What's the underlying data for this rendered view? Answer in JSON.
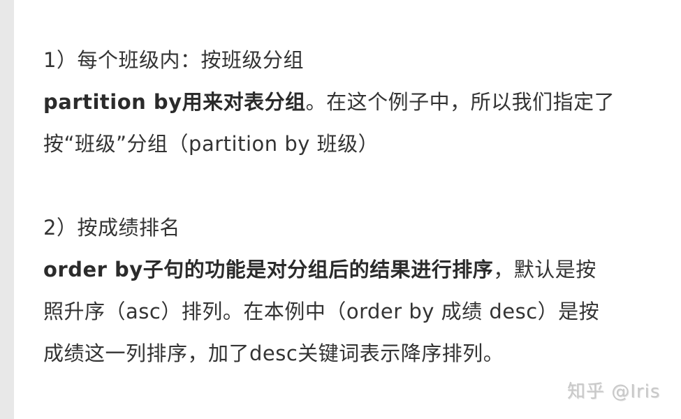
{
  "section1": {
    "heading": "1）每个班级内：按班级分组",
    "line1_bold": "partition by用来对表分组",
    "line1_rest": "。在这个例子中，所以我们指定了",
    "line2": "按“班级”分组（partition by 班级）"
  },
  "section2": {
    "heading": "2）按成绩排名",
    "line1_bold": "order by子句的功能是对分组后的结果进行排序",
    "line1_rest": "，默认是按",
    "line2": "照升序（asc）排列。在本例中（order by 成绩 desc）是按",
    "line3": "成绩这一列排序，加了desc关键词表示降序排列。"
  },
  "watermark": {
    "text": "知乎 @Iris"
  },
  "colors": {
    "text": "#333333",
    "left_bar": "#e8e8e8",
    "watermark": "#c8c8c8"
  }
}
